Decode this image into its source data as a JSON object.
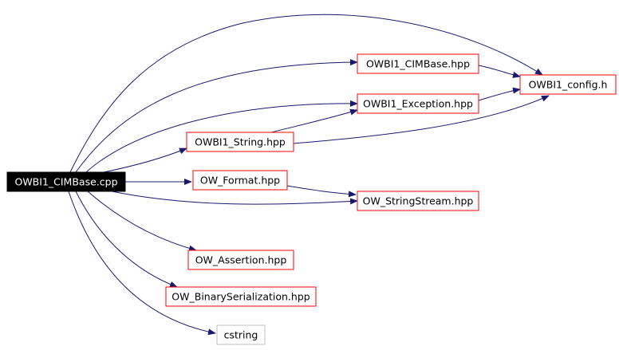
{
  "diagram": {
    "colors": {
      "edge": "#191970",
      "node_border": "#ff0000",
      "external_border": "#bfbfbf",
      "root_fill": "#000000",
      "root_text": "#ffffff",
      "text": "#000000",
      "background": "#ffffff"
    },
    "nodes": {
      "root": "OWBI1_CIMBase.cpp",
      "cimbase_hpp": "OWBI1_CIMBase.hpp",
      "config_h": "OWBI1_config.h",
      "exception_hpp": "OWBI1_Exception.hpp",
      "string_hpp": "OWBI1_String.hpp",
      "format_hpp": "OW_Format.hpp",
      "stringstream_hpp": "OW_StringStream.hpp",
      "assertion_hpp": "OW_Assertion.hpp",
      "binaryserialization_hpp": "OW_BinarySerialization.hpp",
      "cstring": "cstring"
    }
  }
}
